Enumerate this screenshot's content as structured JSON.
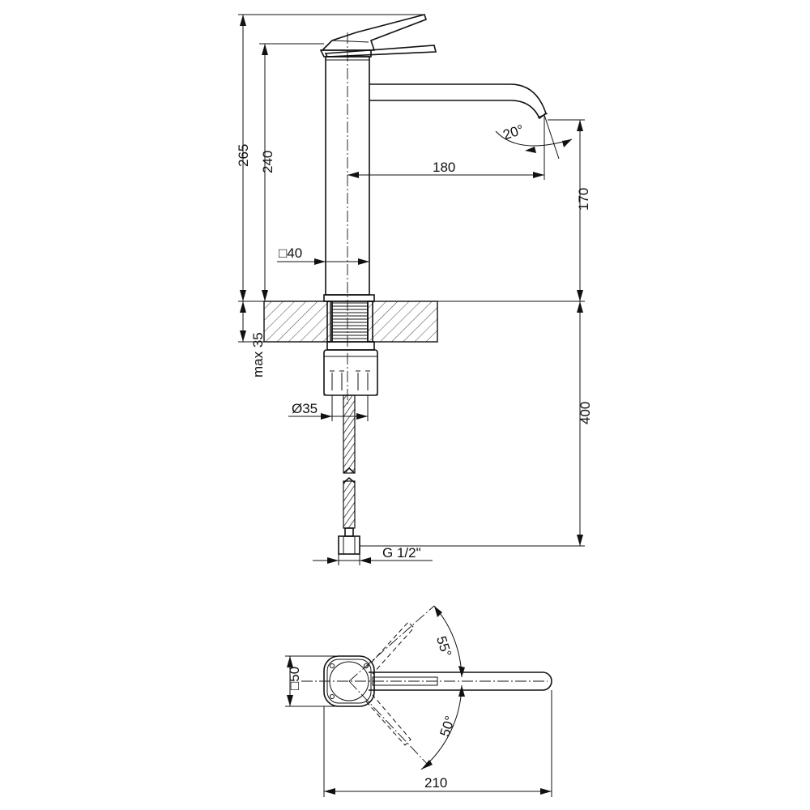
{
  "labels": {
    "height_total": "265",
    "height_body": "240",
    "spout_reach": "180",
    "spout_height": "170",
    "body_square": "□40",
    "max_deck": "max 35",
    "thread_dia": "Ø35",
    "hose_length": "400",
    "connection": "G 1/2\"",
    "angle_spout": "20°",
    "angle_hot": "55°",
    "angle_cold": "50°",
    "base_square": "□50",
    "total_length": "210"
  }
}
